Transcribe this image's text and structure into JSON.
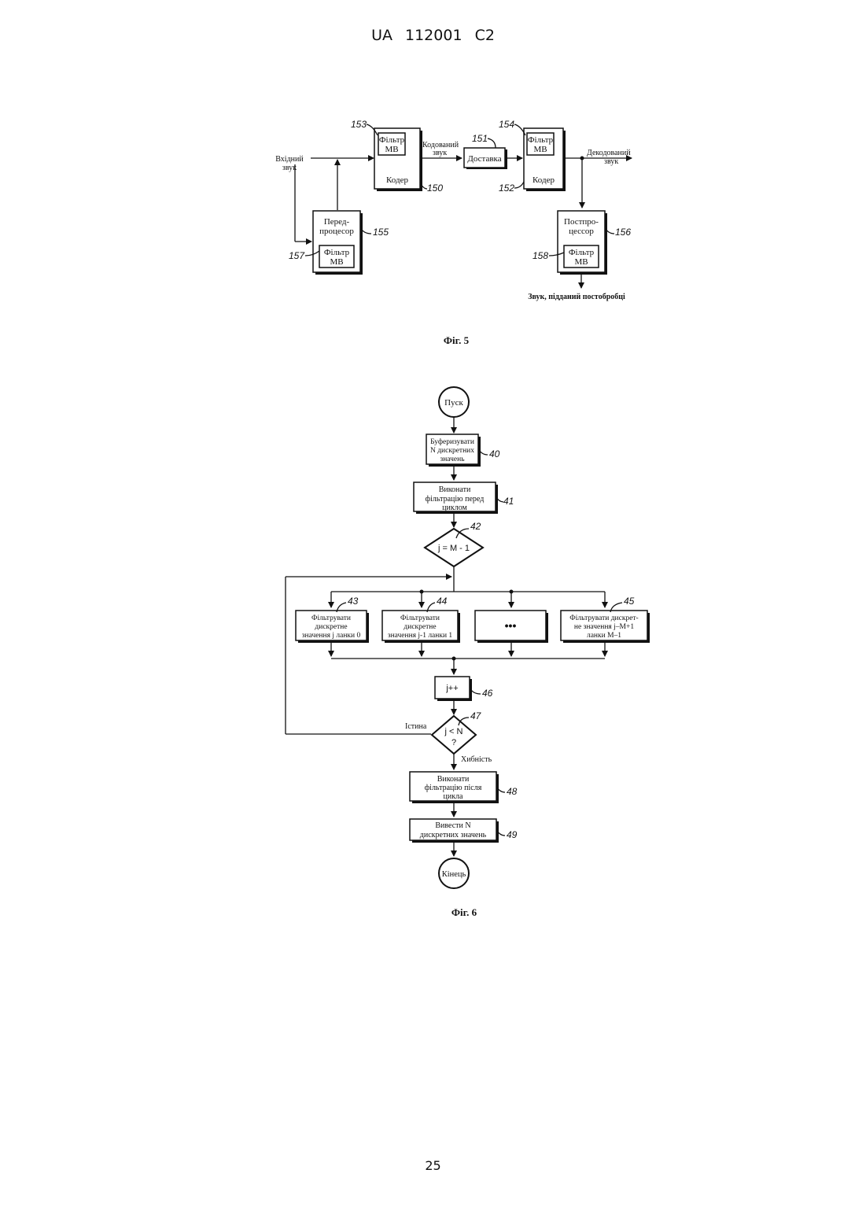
{
  "header": {
    "text": "UA   112001   C2"
  },
  "page_number": "25",
  "fig5": {
    "caption": "Фіг. 5",
    "input_label": [
      "Вхідний",
      "звук"
    ],
    "coded_label": [
      "Кодований",
      "звук"
    ],
    "decoded_label": [
      "Декодований",
      "звук"
    ],
    "output_label": "Звук, підданий постобробці",
    "encoder": {
      "label": "Кодер",
      "ref": "150",
      "filter": [
        "Фільтр",
        "МВ"
      ],
      "filter_ref": "153"
    },
    "decoder": {
      "label": "Кодер",
      "ref": "152",
      "filter": [
        "Фільтр",
        "МВ"
      ],
      "filter_ref": "154"
    },
    "delivery": {
      "label": "Доставка",
      "ref": "151"
    },
    "preprocessor": {
      "label": [
        "Перед-",
        "процесор"
      ],
      "ref": "155",
      "filter": [
        "Фільтр",
        "МВ"
      ],
      "filter_ref": "157"
    },
    "postprocessor": {
      "label": [
        "Постпро-",
        "цессор"
      ],
      "ref": "156",
      "filter": [
        "Фільтр",
        "МВ"
      ],
      "filter_ref": "158"
    }
  },
  "fig6": {
    "caption": "Фіг. 6",
    "start": "Пуск",
    "end": "Кінець",
    "step40": {
      "lines": [
        "Буферизувати",
        "N дискретних",
        "значень"
      ],
      "ref": "40"
    },
    "step41": {
      "lines": [
        "Виконати",
        "фільтрацію перед",
        "циклом"
      ],
      "ref": "41"
    },
    "step42": {
      "text": "j = M - 1",
      "ref": "42"
    },
    "step43": {
      "lines": [
        "Фільтрувати",
        "дискретне",
        "значення j ланки 0"
      ],
      "ref": "43"
    },
    "step44": {
      "lines": [
        "Фільтрувати",
        "дискретне",
        "значення j-1 ланки 1"
      ],
      "ref": "44"
    },
    "step_dots": "•••",
    "step45": {
      "lines": [
        "Фільтрувати дискрет-",
        "не значення j–M+1",
        "ланки M–1"
      ],
      "ref": "45"
    },
    "step46": {
      "text": "j++",
      "ref": "46"
    },
    "step47": {
      "lines": [
        "j < N",
        "?"
      ],
      "ref": "47"
    },
    "true_label": "Істина",
    "false_label": "Хибність",
    "step48": {
      "lines": [
        "Виконати",
        "фільтрацію після",
        "цикла"
      ],
      "ref": "48"
    },
    "step49": {
      "lines": [
        "Вивести N",
        "дискретних значень"
      ],
      "ref": "49"
    }
  }
}
